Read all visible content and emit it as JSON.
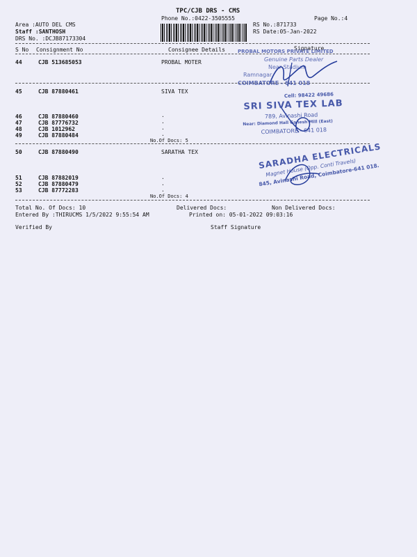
{
  "header": {
    "title": "TPC/CJB  DRS - CMS",
    "phone": "Phone No.:0422-3505555",
    "page": "Page No.:4",
    "area": "Area :AUTO DEL CMS",
    "staff": "Staff :SANTHOSH",
    "drs": "DRS No. :DCJB87173304",
    "rs_no": "RS No.:871733",
    "rs_date": "RS Date:05-Jan-2022"
  },
  "columns": {
    "sno": "S No",
    "consignment": "Consignment No",
    "consignee": "Consignee Details",
    "signature": "Signature"
  },
  "rows": [
    {
      "sno": "44",
      "cno": "CJB 513685053",
      "consignee": "PROBAL MOTER"
    },
    {
      "sno": "45",
      "cno": "CJB 87880461",
      "consignee": "SIVA TEX"
    },
    {
      "sno": "46",
      "cno": "CJB 87880460",
      "consignee": "."
    },
    {
      "sno": "47",
      "cno": "CJB 87776732",
      "consignee": "."
    },
    {
      "sno": "48",
      "cno": "CJB 1012962",
      "consignee": "."
    },
    {
      "sno": "49",
      "cno": "CJB 87880484",
      "consignee": "."
    },
    {
      "sno": "50",
      "cno": "CJB 87880490",
      "consignee": "SARATHA TEX"
    },
    {
      "sno": "51",
      "cno": "CJB 87882019",
      "consignee": "."
    },
    {
      "sno": "52",
      "cno": "CJB 87880479",
      "consignee": "."
    },
    {
      "sno": "53",
      "cno": "CJB 87772283",
      "consignee": "."
    }
  ],
  "group_counts": [
    "No.Of Docs: 5",
    "No.Of Docs: 4"
  ],
  "footer": {
    "total": "Total No. Of Docs:  10",
    "delivered": "Delivered Docs:",
    "non_delivered": "Non Delivered Docs:",
    "entered": "Entered By :THIRUCMS 1/5/2022 9:55:54 AM",
    "printed": "Printed on: 05-01-2022 09:03:16",
    "verified": "Verified By",
    "staff_sig": "Staff Signature"
  },
  "stamps": {
    "probal": [
      "PROBAL MOTORS PRIVATE LIMITED",
      "Genuine Parts Dealer",
      "Near Stadium",
      "Ramnagar",
      "COIMBATORE - 641 018"
    ],
    "sivatex": [
      "Cell: 98422 49686",
      "SRI SIVA TEX LAB",
      "789, Avinashi Road",
      "Near: Diamond Hall Ganesh Mill (East)",
      "COIMBATORE - 641 018"
    ],
    "saradha": [
      "SARADHA ELECTRICALS",
      "Magnet House (Opp. Conti Travels)",
      "845, Avinashi Road, Coimbatore-641 018."
    ]
  },
  "colors": {
    "stamp": "#2a3f9c",
    "text": "#151515",
    "paper": "#eeeef8"
  }
}
